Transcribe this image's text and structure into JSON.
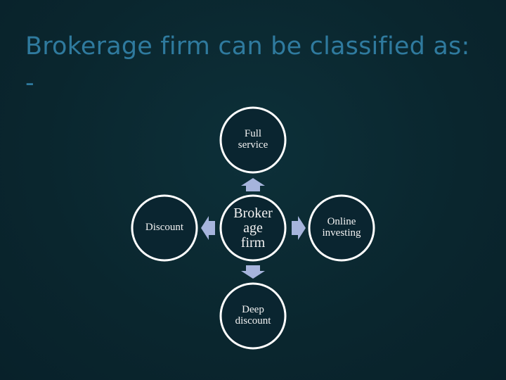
{
  "slide": {
    "title": "Brokerage firm can be classified as:",
    "title_suffix": "-"
  },
  "diagram": {
    "center": "Broker age firm",
    "center_lines": [
      "Broker",
      "age",
      "firm"
    ],
    "top": "Full service",
    "top_lines": [
      "Full",
      "service"
    ],
    "left": "Discount",
    "right": "Online investing",
    "right_lines": [
      "Online",
      "investing"
    ],
    "bottom": "Deep discount",
    "bottom_lines": [
      "Deep",
      "discount"
    ]
  },
  "colors": {
    "background": "#0b2a33",
    "title": "#2f7a9e",
    "node_fill": "#0a2530",
    "node_stroke": "#ffffff",
    "arrow": "#a6b4dc",
    "text": "#f2f2f2"
  },
  "icons": {
    "connector": "block-arrow"
  }
}
